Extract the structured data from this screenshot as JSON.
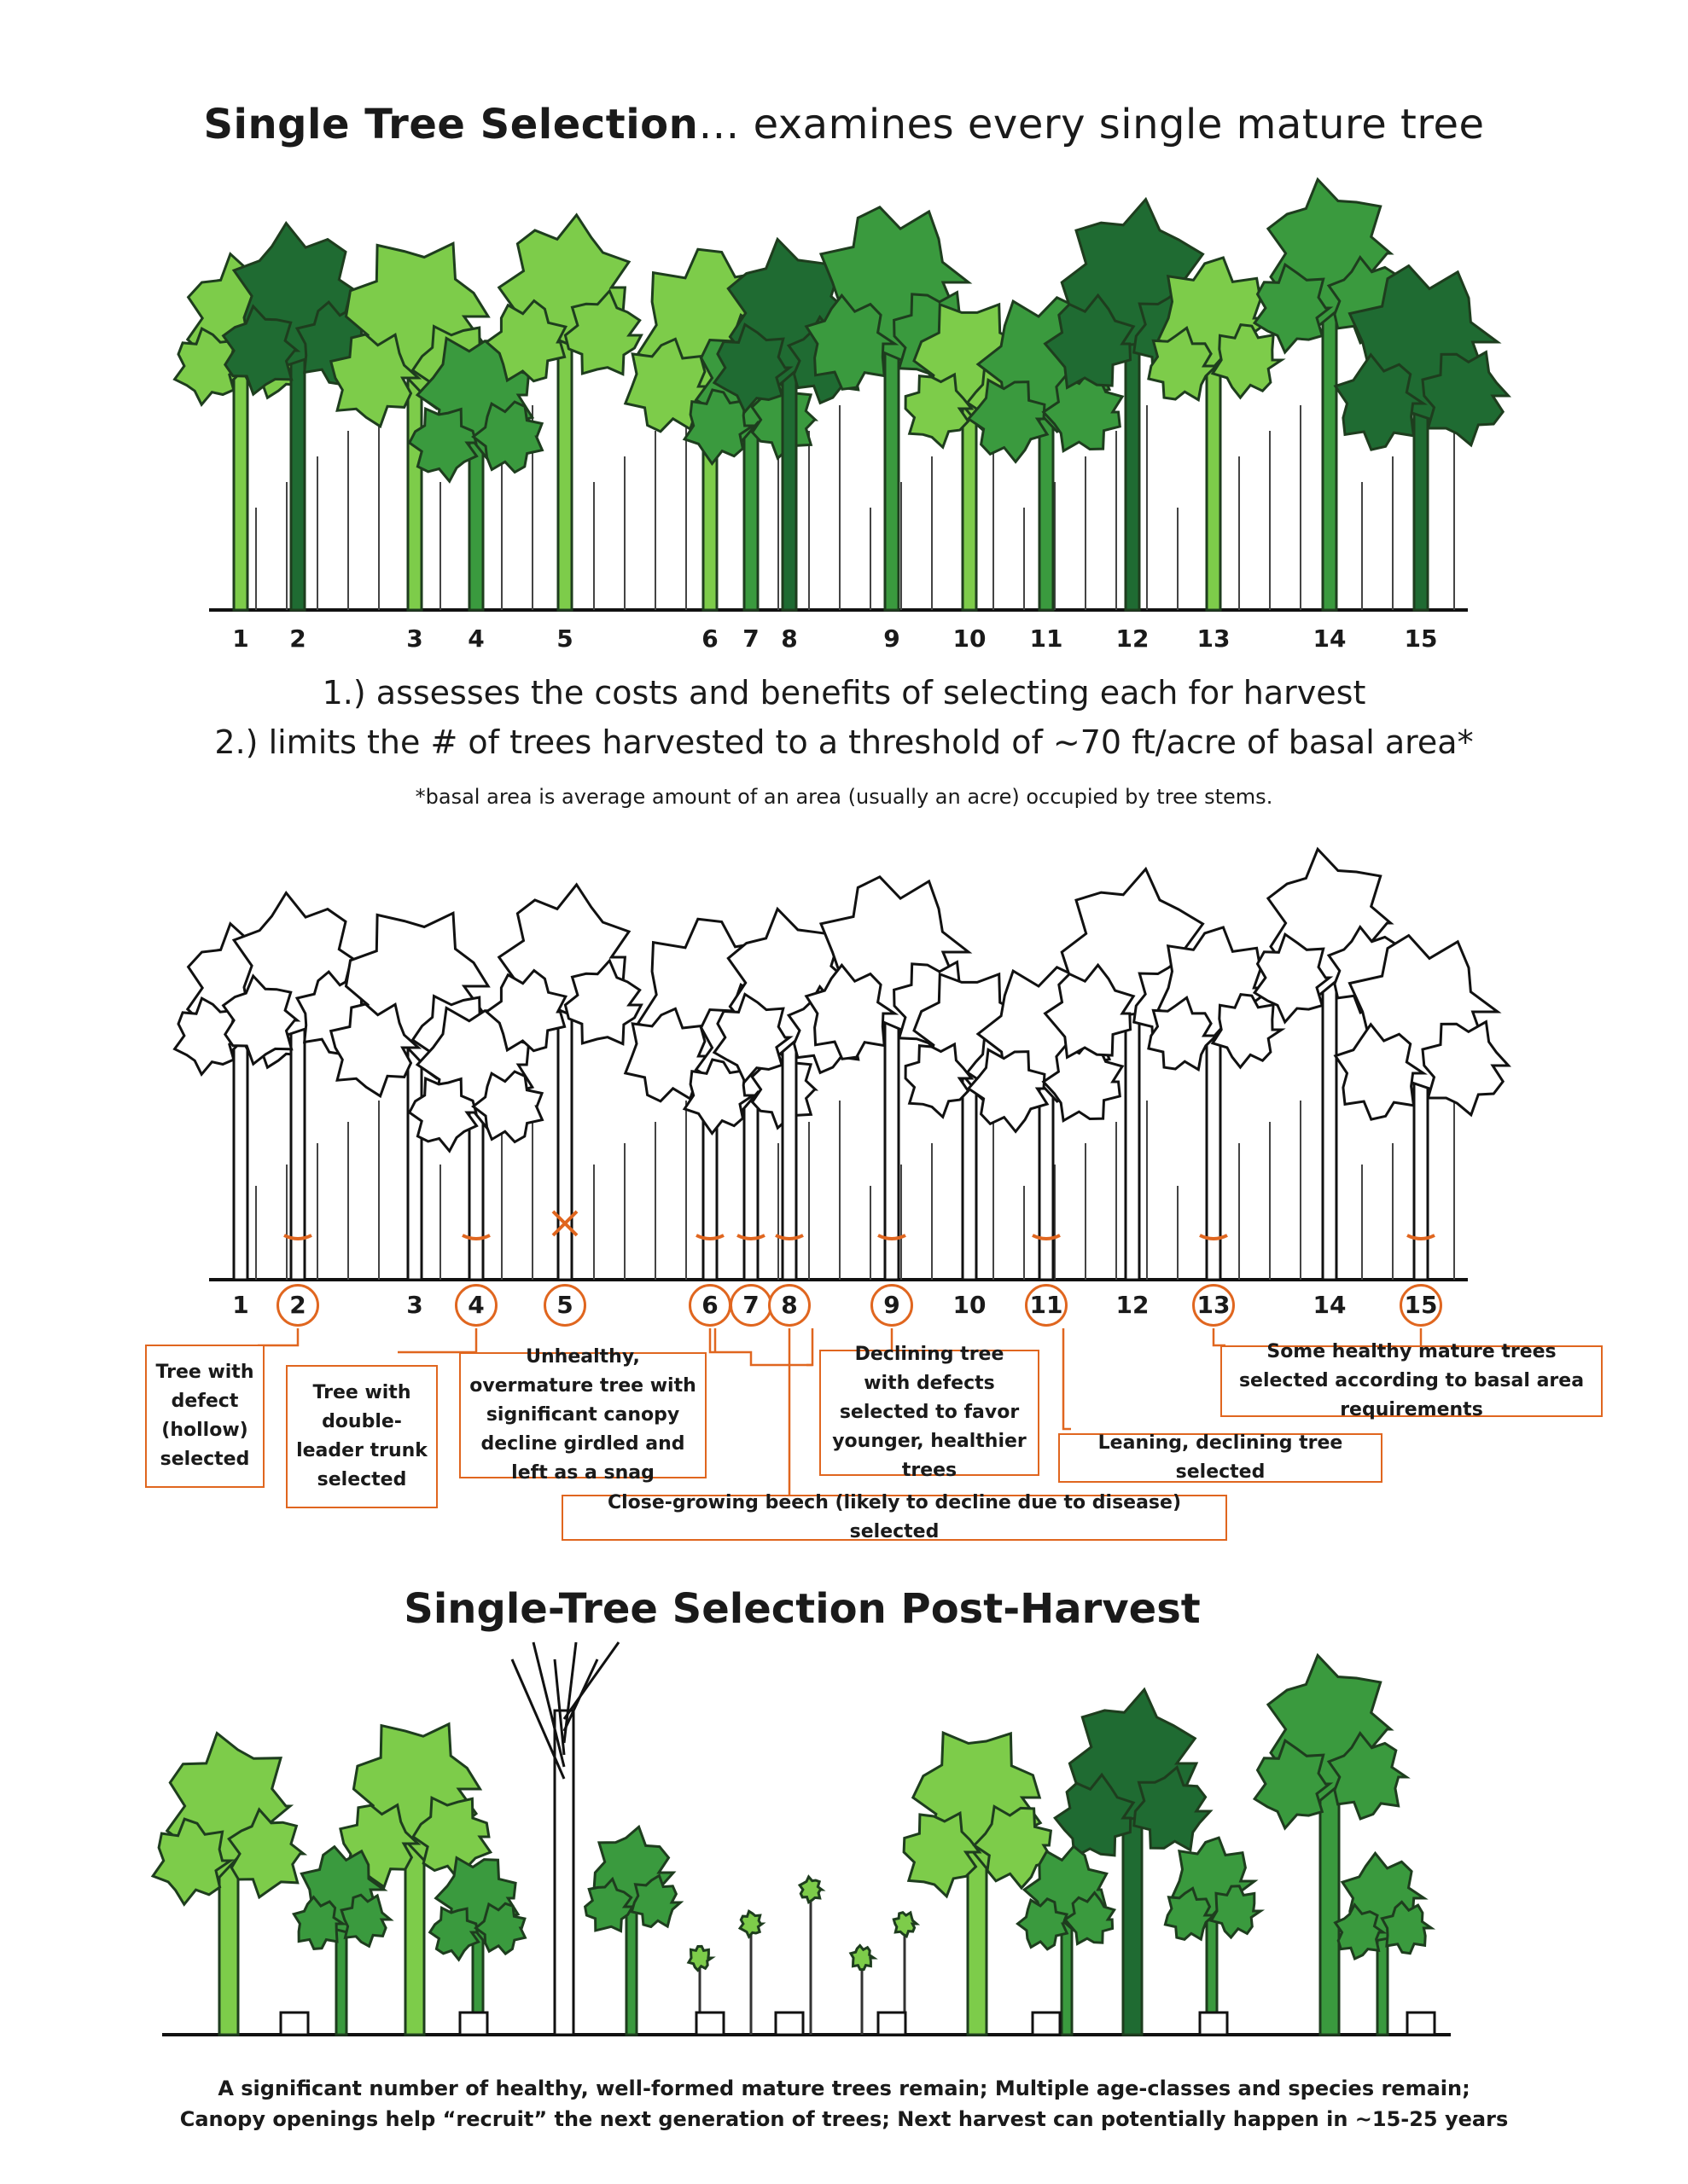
{
  "title": {
    "bold": "Single Tree Selection",
    "rest": "… examines every single mature tree"
  },
  "criteria": {
    "line1": "1.) assesses the costs and benefits of selecting each for harvest",
    "line2": "2.) limits the # of trees harvested to a threshold of ~70 ft/acre of basal area*",
    "footnote": "*basal area is average amount of an area (usually an acre) occupied by tree stems."
  },
  "tree_numbers": [
    "1",
    "2",
    "3",
    "4",
    "5",
    "6",
    "7",
    "8",
    "9",
    "10",
    "11",
    "12",
    "13",
    "14",
    "15"
  ],
  "selected_trees": [
    "2",
    "4",
    "5",
    "6",
    "7",
    "8",
    "9",
    "11",
    "13",
    "15"
  ],
  "callouts": {
    "c2": "Tree with defect (hollow) selected",
    "c4": "Tree with double-leader trunk selected",
    "c5": "Unhealthy, overmature tree with significant canopy decline girdled and left as a snag",
    "c678": "Close-growing beech (likely to decline due to disease) selected",
    "c9": "Declining tree with defects selected to favor younger, healthier trees",
    "c11": "Leaning, declining tree selected",
    "c1315": "Some healthy mature trees selected according to basal area requirements"
  },
  "post_harvest": {
    "title": "Single-Tree Selection Post-Harvest",
    "caption_line1": "A significant number of healthy, well-formed mature trees remain; Multiple age-classes and species remain;",
    "caption_line2": "Canopy openings help “recruit” the next generation of trees; Next harvest can potentially happen in ~15-25 years"
  },
  "colors": {
    "light_green": "#7dcc4a",
    "mid_green": "#3a9a3e",
    "dark_green": "#1f6b32",
    "accent_orange": "#e0661f"
  }
}
